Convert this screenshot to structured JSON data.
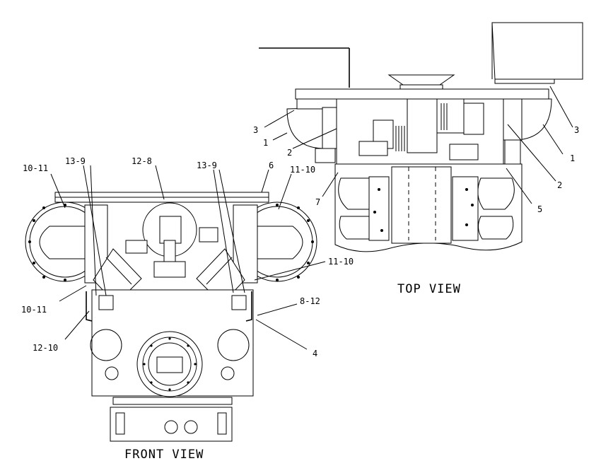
{
  "views": {
    "front": "FRONT VIEW",
    "top": "TOP VIEW"
  },
  "front_labels": {
    "l_10_11_top": "10-11",
    "l_13_9_left": "13-9",
    "l_12_8": "12-8",
    "l_13_9_right": "13-9",
    "l_6": "6",
    "l_11_10_top": "11-10",
    "l_11_10_right": "11-10",
    "l_10_11_bottom": "10-11",
    "l_8_12": "8-12",
    "l_12_10": "12-10",
    "l_4": "4"
  },
  "top_labels": {
    "l_3_left": "3",
    "l_1_left": "1",
    "l_2_left": "2",
    "l_7": "7",
    "l_3_right": "3",
    "l_1_right": "1",
    "l_2_right": "2",
    "l_5": "5"
  }
}
